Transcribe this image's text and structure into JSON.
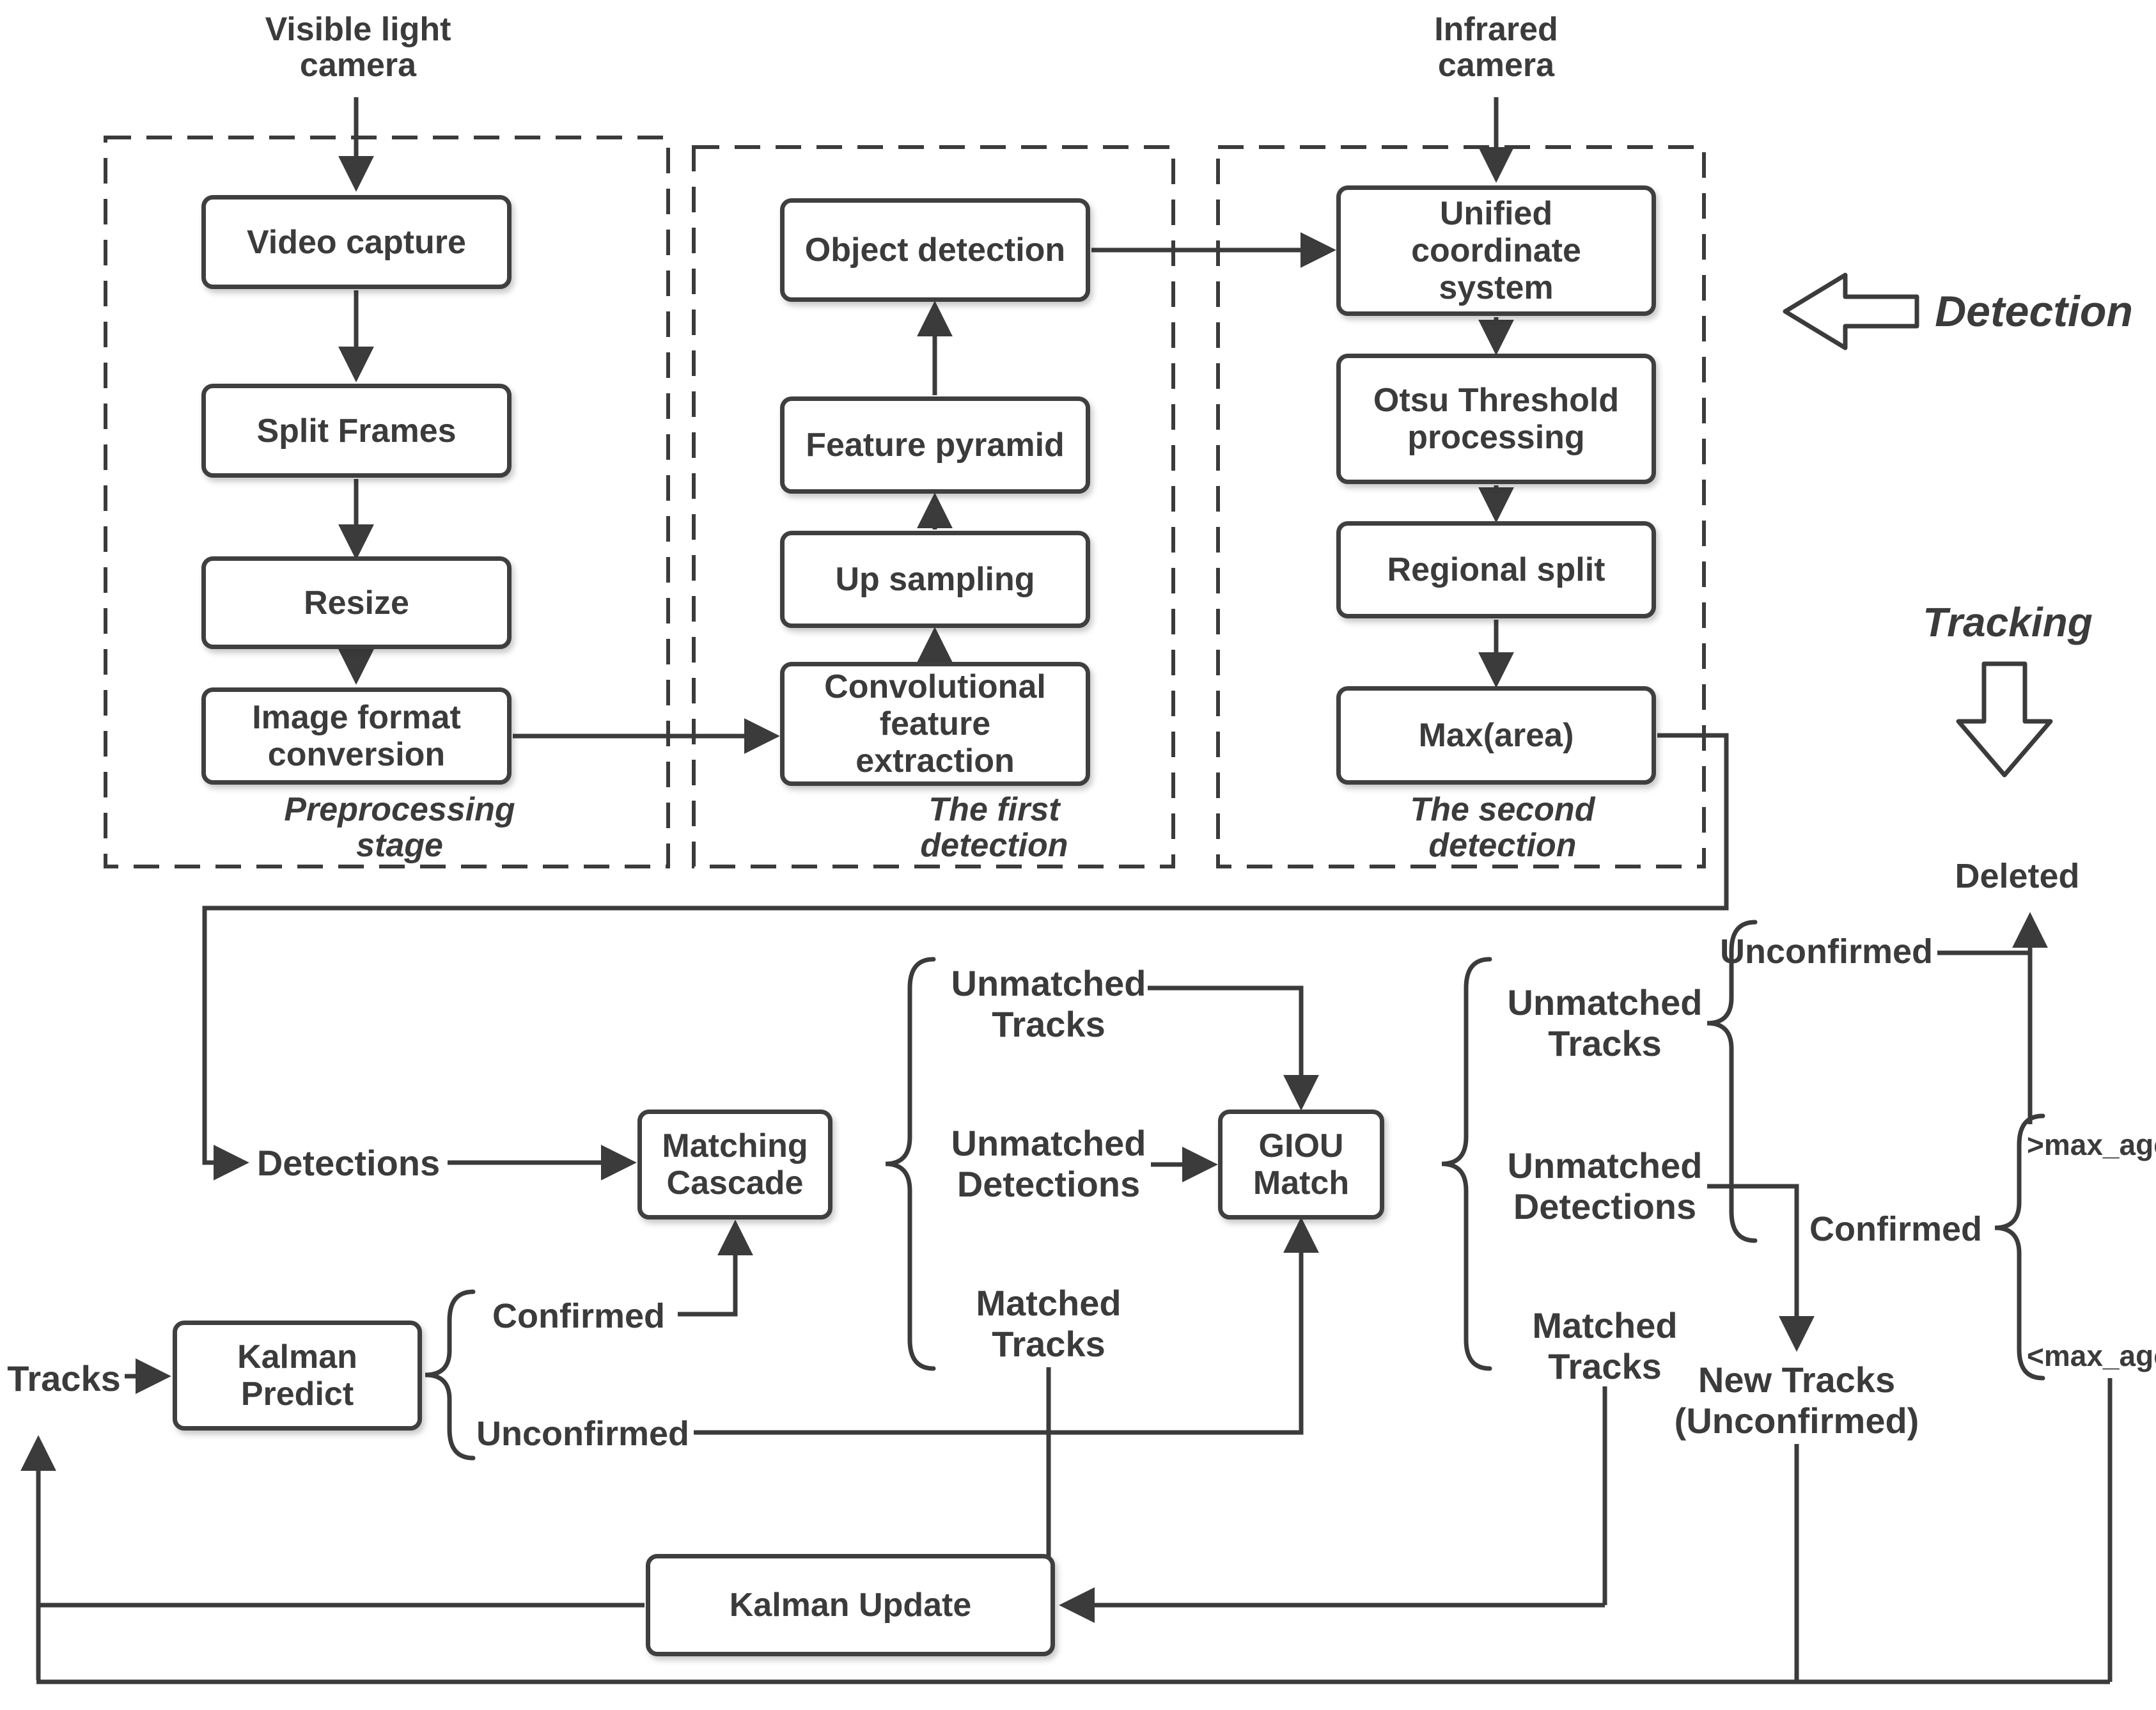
{
  "colors": {
    "ink": "#3b3b3b",
    "background": "#ffffff"
  },
  "cameras": {
    "visible": "Visible light\ncamera",
    "infrared": "Infrared\ncamera"
  },
  "preprocessing": {
    "title": "Preprocessing\nstage",
    "video_capture": "Video capture",
    "split_frames": "Split Frames",
    "resize": "Resize",
    "image_format_conversion": "Image format\nconversion"
  },
  "first_detection": {
    "title": "The first\ndetection",
    "object_detection": "Object detection",
    "feature_pyramid": "Feature pyramid",
    "up_sampling": "Up sampling",
    "conv_feature_extraction": "Convolutional\nfeature\nextraction"
  },
  "second_detection": {
    "title": "The second\ndetection",
    "unified_coordinate_system": "Unified\ncoordinate\nsystem",
    "otsu_threshold": "Otsu Threshold\nprocessing",
    "regional_split": "Regional split",
    "max_area": "Max(area)"
  },
  "sections": {
    "detection": "Detection",
    "tracking": "Tracking"
  },
  "tracking_flow": {
    "detections": "Detections",
    "matching_cascade": "Matching\nCascade",
    "giou_match": "GIOU\nMatch",
    "kalman_predict": "Kalman\nPredict",
    "kalman_update": "Kalman Update",
    "tracks": "Tracks",
    "confirmed": "Confirmed",
    "unconfirmed": "Unconfirmed",
    "mid_group": {
      "unmatched_tracks": "Unmatched\nTracks",
      "unmatched_detections": "Unmatched\nDetections",
      "matched_tracks": "Matched\nTracks"
    },
    "right_group": {
      "unmatched_tracks": "Unmatched\nTracks",
      "unmatched_detections": "Unmatched\nDetections",
      "matched_tracks": "Matched\nTracks",
      "unconfirmed": "Unconfirmed",
      "confirmed": "Confirmed",
      "gt_max_age": ">max_age",
      "lt_max_age": "<max_age",
      "deleted": "Deleted",
      "new_tracks": "New Tracks\n(Unconfirmed)"
    }
  }
}
